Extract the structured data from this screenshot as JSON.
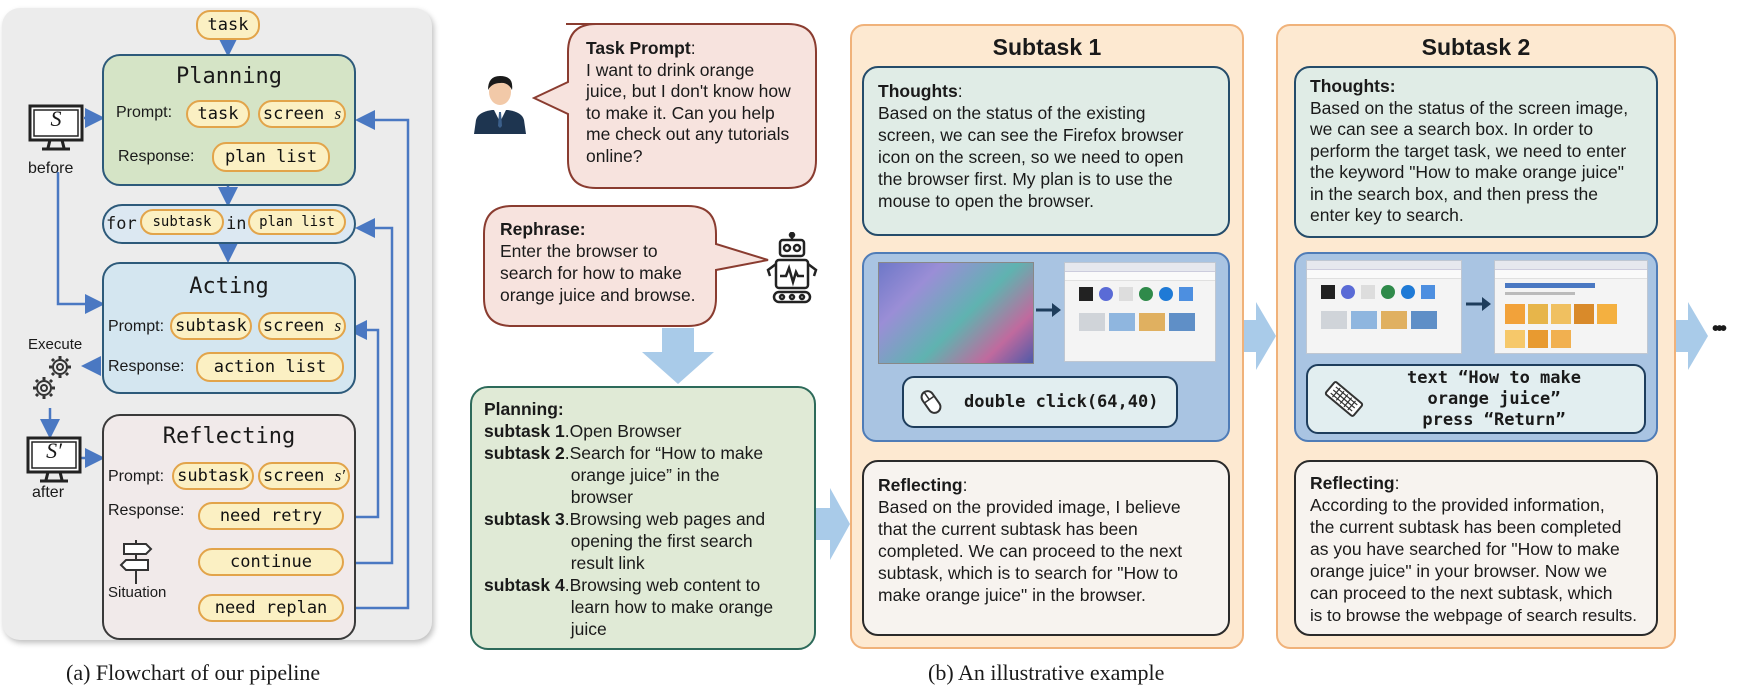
{
  "flowchart": {
    "task_label": "task",
    "planning": {
      "title": "Planning",
      "prompt_label": "Prompt:",
      "prompt_task": "task",
      "prompt_screen": "screen",
      "prompt_screen_var": "s",
      "response_label": "Response:",
      "response_value": "plan list"
    },
    "loop": {
      "for_kw": "for",
      "var": "subtask",
      "in_kw": "in",
      "iter": "plan list"
    },
    "acting": {
      "title": "Acting",
      "prompt_label": "Prompt:",
      "prompt_subtask": "subtask",
      "prompt_screen": "screen",
      "prompt_screen_var": "s",
      "response_label": "Response:",
      "response_value": "action list"
    },
    "reflecting": {
      "title": "Reflecting",
      "prompt_label": "Prompt:",
      "prompt_subtask": "subtask",
      "prompt_screen": "screen",
      "prompt_screen_var": "s′",
      "response_label": "Response:",
      "outcomes": [
        "need retry",
        "continue",
        "need replan"
      ],
      "situation_label": "Situation"
    },
    "monitor_before": {
      "symbol": "S",
      "label": "before"
    },
    "monitor_after": {
      "symbol": "S′",
      "label": "after"
    },
    "execute_label": "Execute",
    "caption": "(a) Flowchart of our pipeline"
  },
  "example": {
    "task_prompt": {
      "heading": "Task Prompt",
      "colon": ":",
      "lines": [
        "I want to drink orange",
        "juice, but I don't know how",
        "to make it. Can you help",
        "me check out any tutorials",
        "online?"
      ]
    },
    "rephrase": {
      "heading": "Rephrase:",
      "lines": [
        "Enter the browser to",
        "search for how to make",
        "orange juice and browse."
      ]
    },
    "planning": {
      "heading": "Planning:",
      "items": [
        {
          "label": "subtask 1",
          "lines": [
            ".Open Browser"
          ]
        },
        {
          "label": "subtask 2",
          "lines": [
            ".Search for “How to make",
            "orange juice” in the",
            "browser"
          ]
        },
        {
          "label": "subtask 3",
          "lines": [
            ".Browsing web pages and",
            "opening the first search",
            "result link"
          ]
        },
        {
          "label": "subtask 4",
          "lines": [
            ".Browsing web content to",
            "learn how to make orange",
            "juice"
          ]
        }
      ]
    },
    "subtasks": [
      {
        "title": "Subtask 1",
        "thoughts_heading": "Thoughts",
        "thoughts_colon": ":",
        "thoughts_lines": [
          "Based on the status of the existing",
          "screen, we can see the Firefox browser",
          "icon on the screen, so we need to open",
          "the browser first. My plan is to use the",
          "mouse to open the browser."
        ],
        "action_lines": [
          "double click(64,40)"
        ],
        "action_icon": "mouse-icon",
        "reflect_heading": "Reflecting",
        "reflect_colon": ":",
        "reflect_lines": [
          "Based on the provided image, I believe",
          "that the current subtask has been",
          "completed. We can proceed to the next",
          "subtask, which is to search for \"How to",
          "make orange juice\" in the browser."
        ]
      },
      {
        "title": "Subtask 2",
        "thoughts_heading": "Thoughts:",
        "thoughts_colon": "",
        "thoughts_lines": [
          "Based on the status of the screen image,",
          "we can see a search box. In order to",
          "perform the target task, we need to enter",
          "the keyword \"How to make orange juice\"",
          "in the search box, and then press the",
          "enter key to search."
        ],
        "action_lines": [
          "text “How to make",
          "orange juice”",
          "press “Return”"
        ],
        "action_icon": "keyboard-icon",
        "reflect_heading": "Reflecting",
        "reflect_colon": ":",
        "reflect_lines": [
          "According to the provided information,",
          "the current subtask has been completed",
          "as you have searched for \"How to make",
          "orange juice\" in your browser. Now we",
          "can proceed to the next subtask, which",
          "is to browse the webpage of search results."
        ]
      }
    ],
    "ellipsis": "•••",
    "caption": "(b) An illustrative example"
  },
  "colors": {
    "arrow_blue": "#4a78c2",
    "pill_fill": "#fbf0c3",
    "pill_border": "#e2a44a",
    "light_arrow": "#a9cbe9"
  }
}
